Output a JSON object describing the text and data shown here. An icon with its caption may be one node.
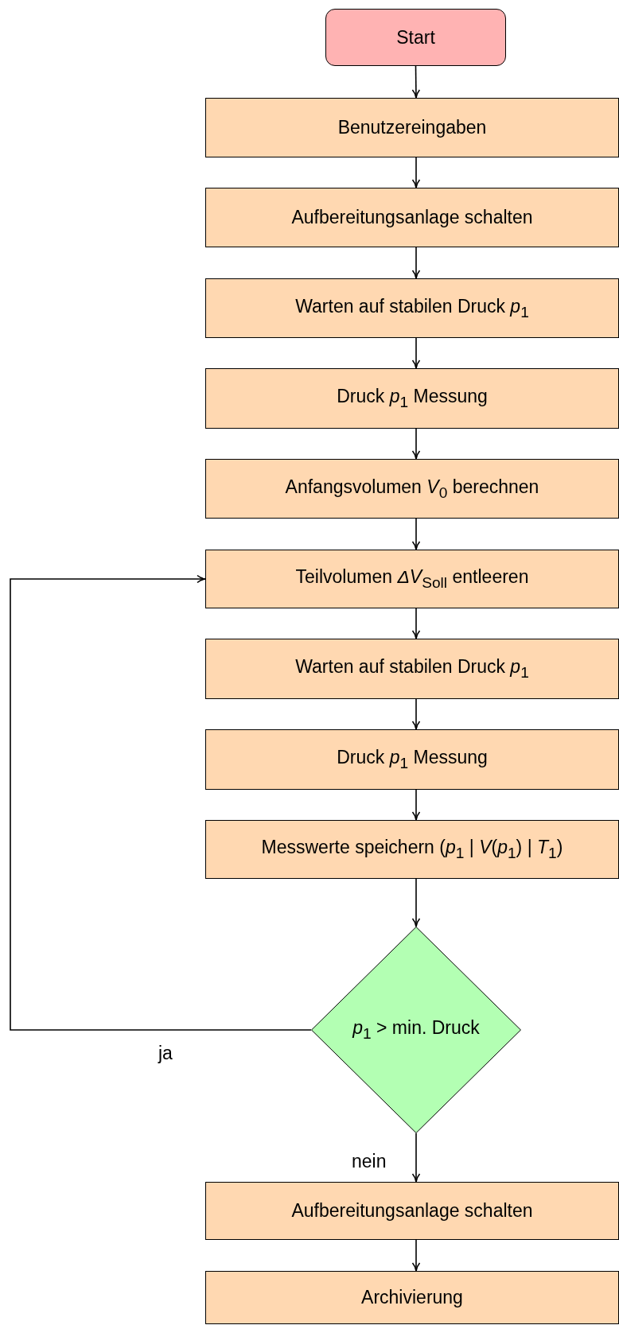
{
  "diagram": {
    "nodes": [
      {
        "text": [
          "Start"
        ]
      },
      {
        "text": [
          "Benutzereingaben"
        ]
      },
      {
        "text": [
          "Aufbereitungsanlage schalten"
        ]
      },
      {
        "text": [
          "Warten auf stabilen Druck *p*$_{1}$"
        ]
      },
      {
        "text": [
          "Druck *p*$_{1}$ Messung"
        ]
      },
      {
        "text": [
          "Anfangsvolumen *V*$_{0}$ berechnen"
        ]
      },
      {
        "text": [
          "Teilvolumen *ΔV*$_{Soll}$ entleeren"
        ]
      },
      {
        "text": [
          "Warten auf stabilen Druck *p*$_{1}$"
        ]
      },
      {
        "text": [
          "Druck *p*$_{1}$ Messung"
        ]
      },
      {
        "text": [
          "Messwerte speichern (*p*$_{1}$ | *V*(*p*$_{1}$) | *T*$_{1}$)"
        ]
      },
      {
        "text": [
          "*p*$_{1}$ > min. Druck"
        ]
      },
      {
        "text": [
          "Aufbereitungsanlage schalten"
        ]
      },
      {
        "text": [
          "Archivierung"
        ]
      }
    ],
    "edges": [
      {
        "from": 0,
        "to": 1,
        "arrow": "to"
      },
      {
        "from": 1,
        "to": 2,
        "arrow": "to"
      },
      {
        "from": 2,
        "to": 3,
        "arrow": "to"
      },
      {
        "from": 3,
        "to": 4,
        "arrow": "to"
      },
      {
        "from": 4,
        "to": 5,
        "arrow": "to"
      },
      {
        "from": 5,
        "to": 6,
        "arrow": "to"
      },
      {
        "from": 6,
        "to": 7,
        "arrow": "to"
      },
      {
        "from": 7,
        "to": 8,
        "arrow": "to"
      },
      {
        "from": 8,
        "to": 9,
        "arrow": "to"
      },
      {
        "from": 9,
        "to": 10,
        "arrow": "to"
      },
      {
        "from": 10,
        "to": 6,
        "arrow": "to",
        "label": "ja"
      },
      {
        "from": 10,
        "to": 11,
        "arrow": "to",
        "label": "nein"
      },
      {
        "from": 11,
        "to": 12,
        "arrow": "to"
      }
    ]
  }
}
